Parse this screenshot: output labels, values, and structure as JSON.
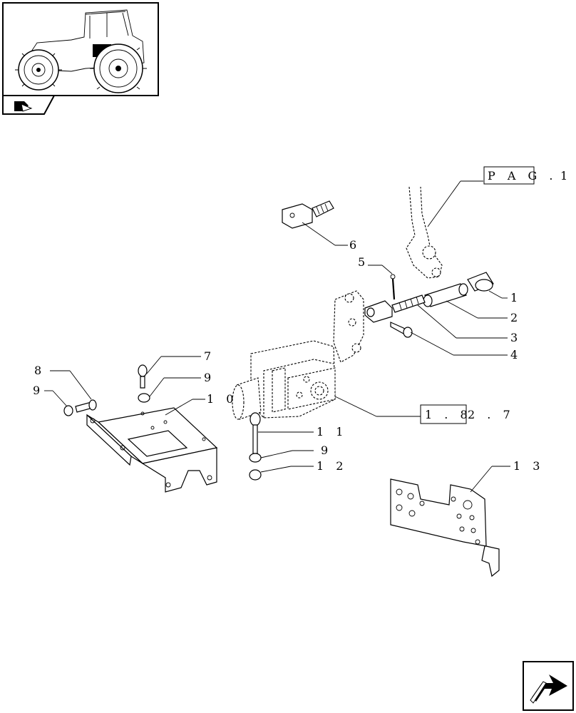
{
  "callouts": {
    "c1": "1",
    "c2": "2",
    "c3": "3",
    "c4": "4",
    "c5": "5",
    "c6": "6",
    "c7": "7",
    "c8": "8",
    "c9a": "9",
    "c9b": "9",
    "c9c": "9",
    "c10": "1 0",
    "c11": "1 1",
    "c12": "1 2",
    "c13": "1 3"
  },
  "refs": {
    "pag_box": "P A G .",
    "pag_num": "1",
    "sec_box": "1 . 8",
    "sec_tail": "2 . 7"
  },
  "icons": {
    "thumbnail": "tractor-thumbnail",
    "corner_tab": "folder-arrow-icon",
    "nav": "next-page-arrow-icon"
  }
}
